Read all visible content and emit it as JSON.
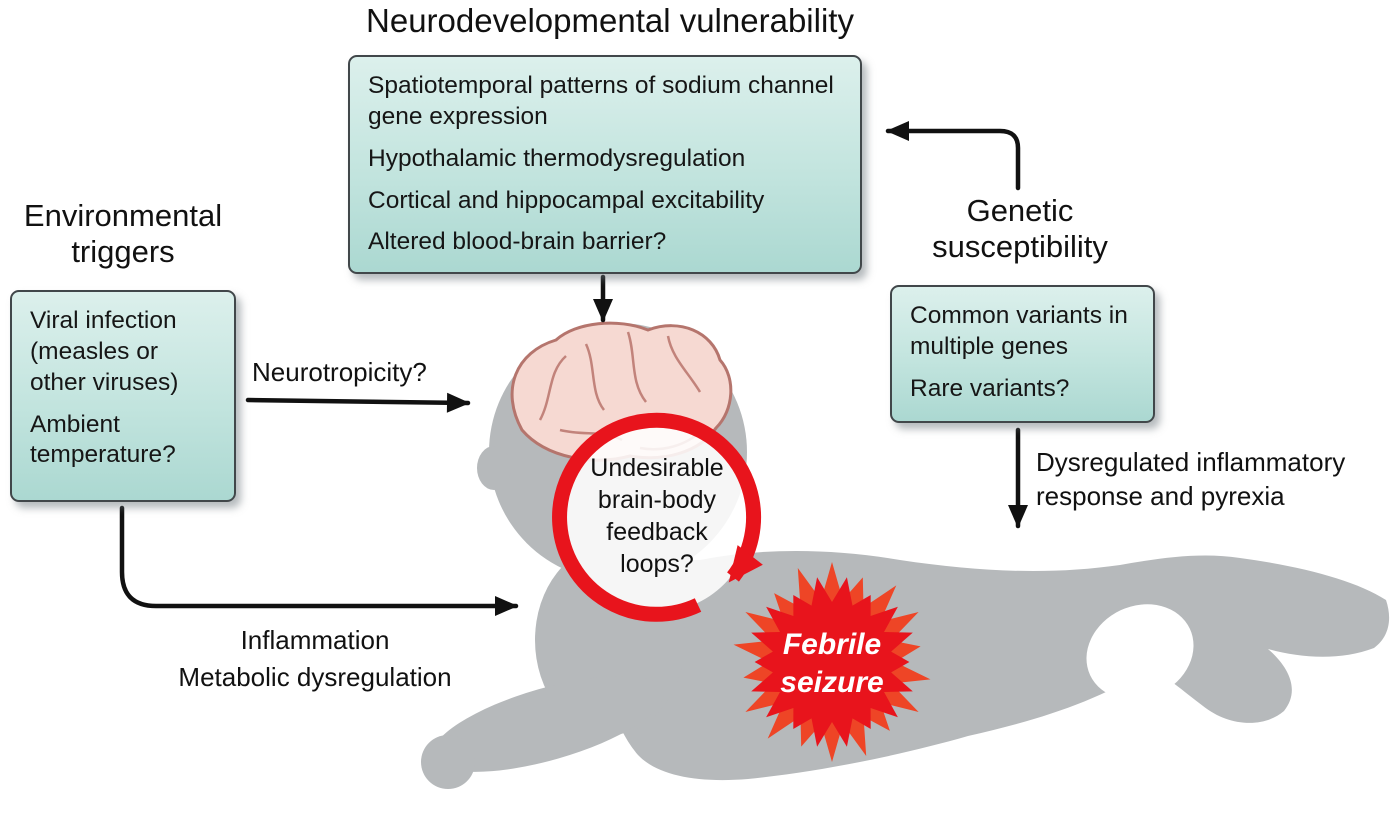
{
  "title": "Neurodevelopmental vulnerability",
  "boxes": {
    "neurodevelopmental": {
      "items": [
        "Spatiotemporal patterns of sodium channel gene expression",
        "Hypothalamic thermodysregulation",
        "Cortical and hippocampal excitability",
        "Altered blood-brain barrier?"
      ]
    },
    "environmental": {
      "heading": "Environmental triggers",
      "items": [
        "Viral infection (measles or other viruses)",
        "Ambient temperature?"
      ]
    },
    "genetic": {
      "heading": "Genetic susceptibility",
      "items": [
        "Common variants in multiple genes",
        "Rare variants?"
      ]
    }
  },
  "labels": {
    "neurotropicity": "Neurotropicity?",
    "inflammation_line1": "Inflammation",
    "inflammation_line2": "Metabolic dysregulation",
    "dysregulated_line1": "Dysregulated inflammatory",
    "dysregulated_line2": "response and pyrexia"
  },
  "feedback_loop": {
    "lines": [
      "Undesirable",
      "brain-body",
      "feedback",
      "loops?"
    ]
  },
  "febrile_seizure": {
    "lines": [
      "Febrile",
      "seizure"
    ]
  },
  "colors": {
    "accent_red": "#e8141c",
    "star_red": "#ee4526",
    "silhouette_gray": "#b6b9bb",
    "brain_pink": "#f6d9d2",
    "brain_line": "#c2837b",
    "box_border": "#41474a"
  }
}
